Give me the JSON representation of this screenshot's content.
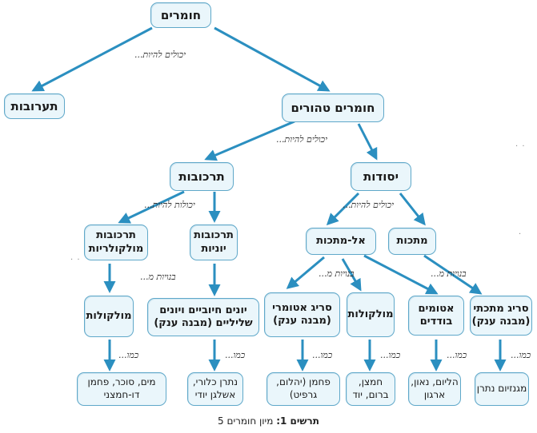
{
  "nodes": {
    "materials": "חומרים",
    "mixtures": "תערובות",
    "pure": "חומרים טהורים",
    "compounds": "תרכובות",
    "elements": "יסודות",
    "molecular_compounds": "תרכובות מולקולריות",
    "ionic_compounds": "תרכובות יוניות",
    "nonmetals": "אל-מתכות",
    "metals": "מתכות",
    "molecules_left": "מולקולות",
    "ions": "יונים חיוביים ויונים שליליים (מבנה ענק)",
    "atomic_lattice": "סריג אטומרי (מבנה ענק)",
    "molecules_right": "מולקולות",
    "single_atoms": "אטומים בודדים",
    "metal_lattice": "סריג מתכתי (מבנה ענק)",
    "ex_molecular": "מים, סוכר, פחמן דו-חמצני",
    "ex_ionic": "נתרן כלורי, אשלגן יודי",
    "ex_atomic": "פחמן (יהלום, גרפיט)",
    "ex_molecules": "חמצן, ברום, יוד",
    "ex_atoms": "הליום, נאון, ארגון",
    "ex_metals": "מגנזיום נתרן"
  },
  "labels": {
    "can_be_1": "יכולים להיות...",
    "can_be_2": "יכולים להיות...",
    "can_be_fem": "יכולות להיות...",
    "can_be_3": "יכולים להיות...",
    "made_of_1": "בנויות מ...",
    "made_of_2": "בנויות מ...",
    "made_of_3": "בנויות מ...",
    "like_1": "כמו...",
    "like_2": "כמו...",
    "like_3": "כמו...",
    "like_4": "כמו...",
    "like_5": "כמו...",
    "like_6": "כמו..."
  },
  "caption": {
    "label": "תרשים 1:",
    "text": "מיון חומרים 5"
  },
  "colors": {
    "node_fill": "#eaf6fb",
    "node_border": "#5fa8c9",
    "arrow": "#2b8fc0"
  }
}
